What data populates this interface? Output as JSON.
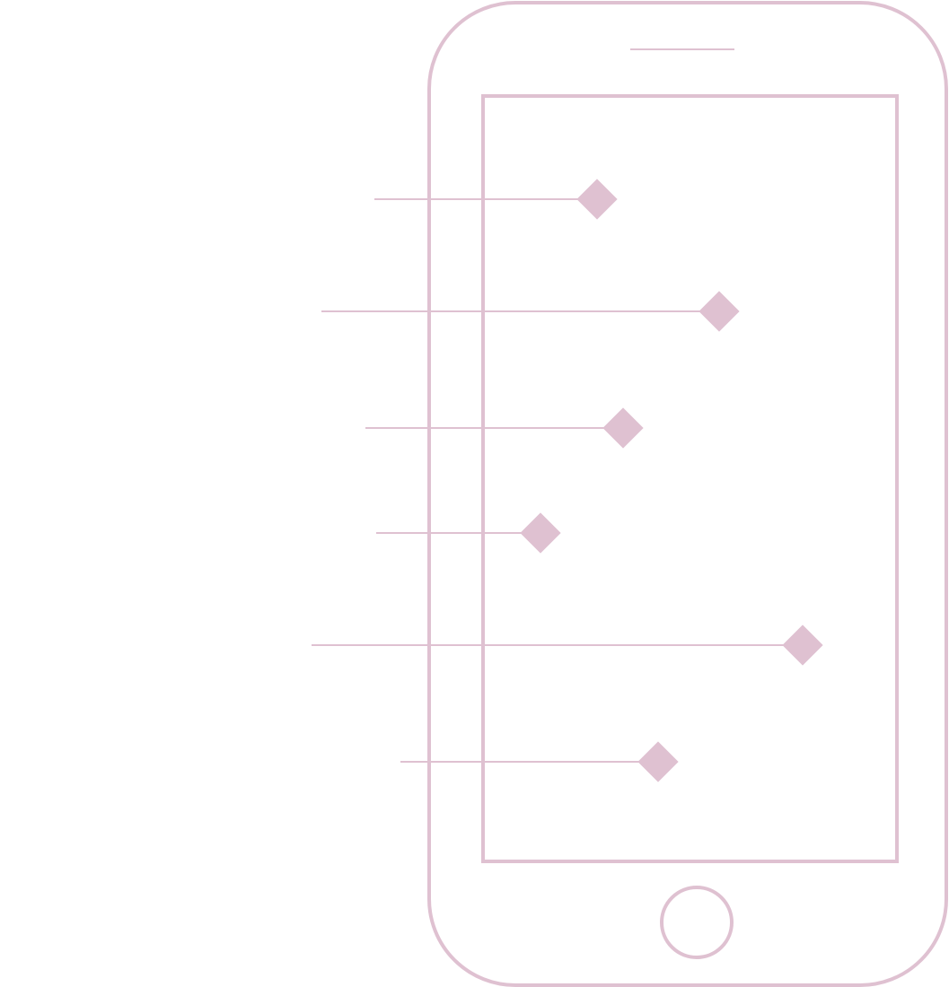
{
  "colors": {
    "outline": "#dfc1d1",
    "background": "#ffffff"
  },
  "icons": {
    "device": "smartphone-outline-icon",
    "marker": "diamond-icon",
    "home_button": "home-button-icon",
    "speaker": "speaker-slot-icon"
  },
  "markers": [
    {
      "id": 1,
      "shape": "diamond"
    },
    {
      "id": 2,
      "shape": "diamond"
    },
    {
      "id": 3,
      "shape": "diamond"
    },
    {
      "id": 4,
      "shape": "diamond"
    },
    {
      "id": 5,
      "shape": "diamond"
    },
    {
      "id": 6,
      "shape": "diamond"
    }
  ]
}
